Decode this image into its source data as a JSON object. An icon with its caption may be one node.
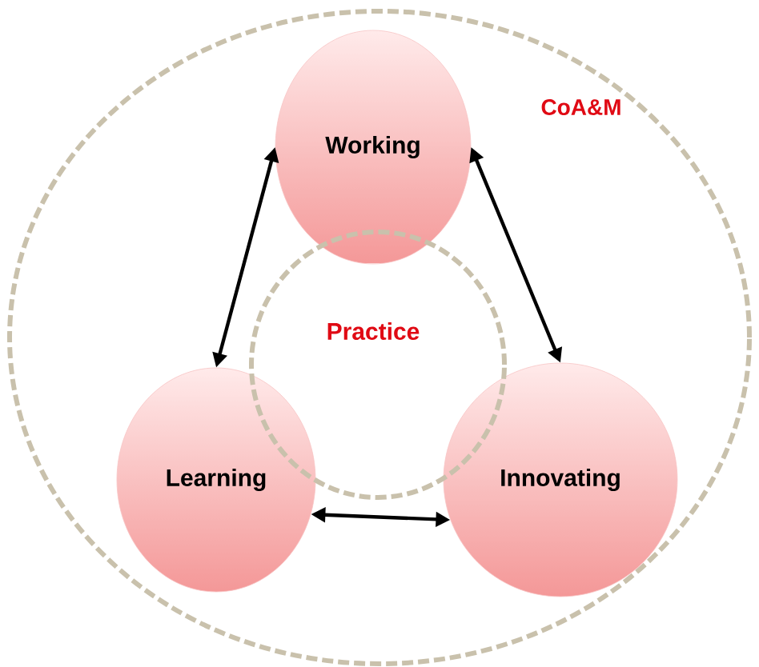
{
  "diagram": {
    "nodes": [
      {
        "text": [
          "CoA&M"
        ]
      },
      {
        "text": [
          "Working"
        ],
        "in": 0
      },
      {
        "text": [
          "Practice"
        ],
        "in": 0
      },
      {
        "text": [
          "Learning"
        ],
        "in": 0
      },
      {
        "text": [
          "Innovating"
        ],
        "in": 0
      }
    ],
    "edges": [
      {
        "from": 3,
        "to": 1,
        "arrow": "both"
      },
      {
        "from": 1,
        "to": 4,
        "arrow": "both"
      },
      {
        "from": 3,
        "to": 4,
        "arrow": "both"
      }
    ]
  }
}
